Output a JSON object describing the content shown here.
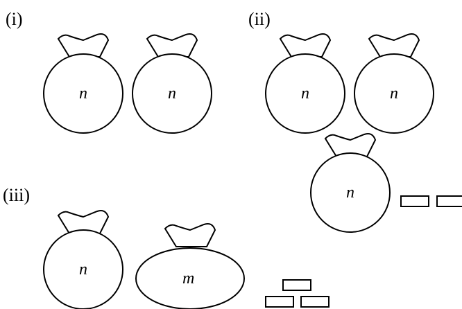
{
  "parts": [
    {
      "label": "(i)",
      "bags": [
        {
          "label": "n"
        },
        {
          "label": "n"
        }
      ],
      "blocks": 0
    },
    {
      "label": "(ii)",
      "bags": [
        {
          "label": "n"
        },
        {
          "label": "n"
        },
        {
          "label": "n"
        }
      ],
      "blocks": 2
    },
    {
      "label": "(iii)",
      "bags": [
        {
          "label": "n"
        },
        {
          "label": "m"
        }
      ],
      "blocks": 3
    }
  ],
  "colors": {
    "stroke": "#000000",
    "fill": "#ffffff"
  }
}
